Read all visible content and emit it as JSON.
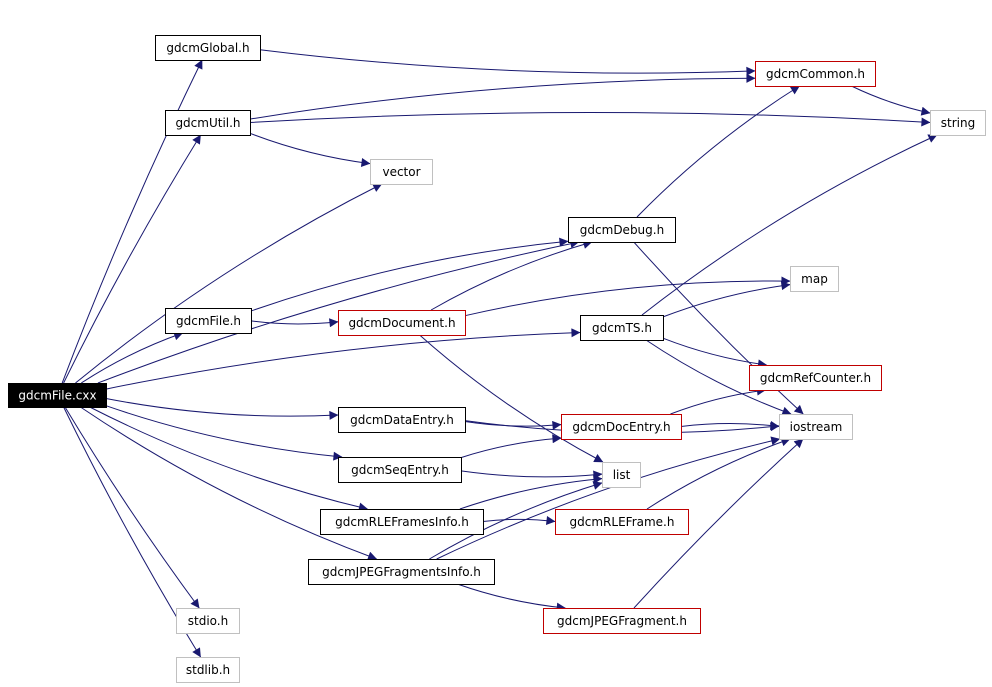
{
  "colors": {
    "edge": "#191970",
    "box_documented": "#000000",
    "box_undocumented": "#c00000",
    "box_system": "#c0c0c0",
    "root_fill": "#000000",
    "root_text": "#ffffff"
  },
  "nodes": [
    {
      "id": "gdcmFile_cxx",
      "label": "gdcmFile.cxx",
      "kind": "root"
    },
    {
      "id": "gdcmGlobal_h",
      "label": "gdcmGlobal.h",
      "kind": "documented"
    },
    {
      "id": "gdcmCommon_h",
      "label": "gdcmCommon.h",
      "kind": "undocumented"
    },
    {
      "id": "gdcmUtil_h",
      "label": "gdcmUtil.h",
      "kind": "documented"
    },
    {
      "id": "string",
      "label": "string",
      "kind": "system"
    },
    {
      "id": "vector",
      "label": "vector",
      "kind": "system"
    },
    {
      "id": "gdcmDebug_h",
      "label": "gdcmDebug.h",
      "kind": "documented"
    },
    {
      "id": "map",
      "label": "map",
      "kind": "system"
    },
    {
      "id": "gdcmFile_h",
      "label": "gdcmFile.h",
      "kind": "documented"
    },
    {
      "id": "gdcmDocument_h",
      "label": "gdcmDocument.h",
      "kind": "undocumented"
    },
    {
      "id": "gdcmTS_h",
      "label": "gdcmTS.h",
      "kind": "documented"
    },
    {
      "id": "gdcmRefCounter_h",
      "label": "gdcmRefCounter.h",
      "kind": "undocumented"
    },
    {
      "id": "gdcmDataEntry_h",
      "label": "gdcmDataEntry.h",
      "kind": "documented"
    },
    {
      "id": "gdcmDocEntry_h",
      "label": "gdcmDocEntry.h",
      "kind": "undocumented"
    },
    {
      "id": "iostream",
      "label": "iostream",
      "kind": "system"
    },
    {
      "id": "gdcmSeqEntry_h",
      "label": "gdcmSeqEntry.h",
      "kind": "documented"
    },
    {
      "id": "list",
      "label": "list",
      "kind": "system"
    },
    {
      "id": "gdcmRLEFramesInfo_h",
      "label": "gdcmRLEFramesInfo.h",
      "kind": "documented"
    },
    {
      "id": "gdcmRLEFrame_h",
      "label": "gdcmRLEFrame.h",
      "kind": "undocumented"
    },
    {
      "id": "gdcmJPEGFragmentsInfo_h",
      "label": "gdcmJPEGFragmentsInfo.h",
      "kind": "documented"
    },
    {
      "id": "gdcmJPEGFragment_h",
      "label": "gdcmJPEGFragment.h",
      "kind": "undocumented"
    },
    {
      "id": "stdio_h",
      "label": "stdio.h",
      "kind": "system"
    },
    {
      "id": "stdlib_h",
      "label": "stdlib.h",
      "kind": "system"
    }
  ],
  "edges": [
    {
      "from": "gdcmFile_cxx",
      "to": "gdcmGlobal_h"
    },
    {
      "from": "gdcmFile_cxx",
      "to": "gdcmUtil_h"
    },
    {
      "from": "gdcmFile_cxx",
      "to": "vector"
    },
    {
      "from": "gdcmFile_cxx",
      "to": "gdcmDebug_h"
    },
    {
      "from": "gdcmFile_cxx",
      "to": "gdcmFile_h"
    },
    {
      "from": "gdcmFile_cxx",
      "to": "gdcmTS_h"
    },
    {
      "from": "gdcmFile_cxx",
      "to": "gdcmDataEntry_h"
    },
    {
      "from": "gdcmFile_cxx",
      "to": "gdcmSeqEntry_h"
    },
    {
      "from": "gdcmFile_cxx",
      "to": "gdcmRLEFramesInfo_h"
    },
    {
      "from": "gdcmFile_cxx",
      "to": "gdcmJPEGFragmentsInfo_h"
    },
    {
      "from": "gdcmFile_cxx",
      "to": "stdio_h"
    },
    {
      "from": "gdcmFile_cxx",
      "to": "stdlib_h"
    },
    {
      "from": "gdcmGlobal_h",
      "to": "gdcmCommon_h"
    },
    {
      "from": "gdcmCommon_h",
      "to": "string"
    },
    {
      "from": "gdcmUtil_h",
      "to": "gdcmCommon_h"
    },
    {
      "from": "gdcmUtil_h",
      "to": "string"
    },
    {
      "from": "gdcmUtil_h",
      "to": "vector"
    },
    {
      "from": "gdcmDebug_h",
      "to": "gdcmCommon_h"
    },
    {
      "from": "gdcmDebug_h",
      "to": "iostream"
    },
    {
      "from": "gdcmFile_h",
      "to": "gdcmDebug_h"
    },
    {
      "from": "gdcmFile_h",
      "to": "gdcmDocument_h"
    },
    {
      "from": "gdcmDocument_h",
      "to": "gdcmDebug_h"
    },
    {
      "from": "gdcmDocument_h",
      "to": "map"
    },
    {
      "from": "gdcmDocument_h",
      "to": "list"
    },
    {
      "from": "gdcmTS_h",
      "to": "map"
    },
    {
      "from": "gdcmTS_h",
      "to": "string"
    },
    {
      "from": "gdcmTS_h",
      "to": "gdcmRefCounter_h"
    },
    {
      "from": "gdcmTS_h",
      "to": "iostream"
    },
    {
      "from": "gdcmDataEntry_h",
      "to": "gdcmDocEntry_h"
    },
    {
      "from": "gdcmDataEntry_h",
      "to": "iostream"
    },
    {
      "from": "gdcmDocEntry_h",
      "to": "gdcmRefCounter_h"
    },
    {
      "from": "gdcmDocEntry_h",
      "to": "iostream"
    },
    {
      "from": "gdcmSeqEntry_h",
      "to": "gdcmDocEntry_h"
    },
    {
      "from": "gdcmSeqEntry_h",
      "to": "list"
    },
    {
      "from": "gdcmRLEFramesInfo_h",
      "to": "gdcmRLEFrame_h"
    },
    {
      "from": "gdcmRLEFramesInfo_h",
      "to": "list"
    },
    {
      "from": "gdcmRLEFrame_h",
      "to": "iostream"
    },
    {
      "from": "gdcmJPEGFragmentsInfo_h",
      "to": "list"
    },
    {
      "from": "gdcmJPEGFragmentsInfo_h",
      "to": "iostream"
    },
    {
      "from": "gdcmJPEGFragmentsInfo_h",
      "to": "gdcmJPEGFragment_h"
    },
    {
      "from": "gdcmJPEGFragment_h",
      "to": "iostream"
    }
  ]
}
